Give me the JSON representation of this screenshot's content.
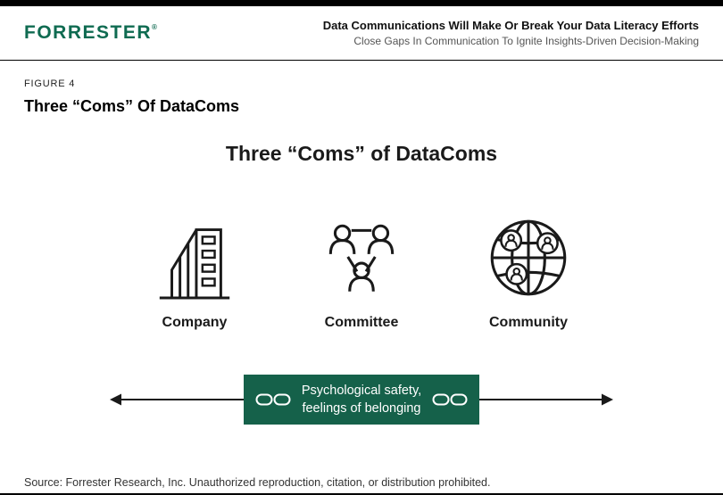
{
  "header": {
    "logo": "FORRESTER",
    "logo_reg": "®",
    "title": "Data Communications Will Make Or Break Your Data Literacy Efforts",
    "subtitle": "Close Gaps In Communication To Ignite Insights-Driven Decision-Making"
  },
  "figure": {
    "label": "FIGURE 4",
    "heading": "Three “Coms” Of DataComs",
    "chart_title": "Three “Coms” of DataComs",
    "items": [
      {
        "label": "Company",
        "icon": "building-icon"
      },
      {
        "label": "Committee",
        "icon": "people-network-icon"
      },
      {
        "label": "Community",
        "icon": "globe-people-icon"
      }
    ],
    "banner": {
      "line1": "Psychological safety,",
      "line2": "feelings of belonging"
    }
  },
  "footer": {
    "source": "Source: Forrester Research, Inc. Unauthorized reproduction, citation, or distribution prohibited."
  },
  "colors": {
    "brand_green": "#0f6b51",
    "banner_green": "#15614a",
    "text_dark": "#1a1a1a",
    "muted_gray": "#4a4a4a"
  }
}
